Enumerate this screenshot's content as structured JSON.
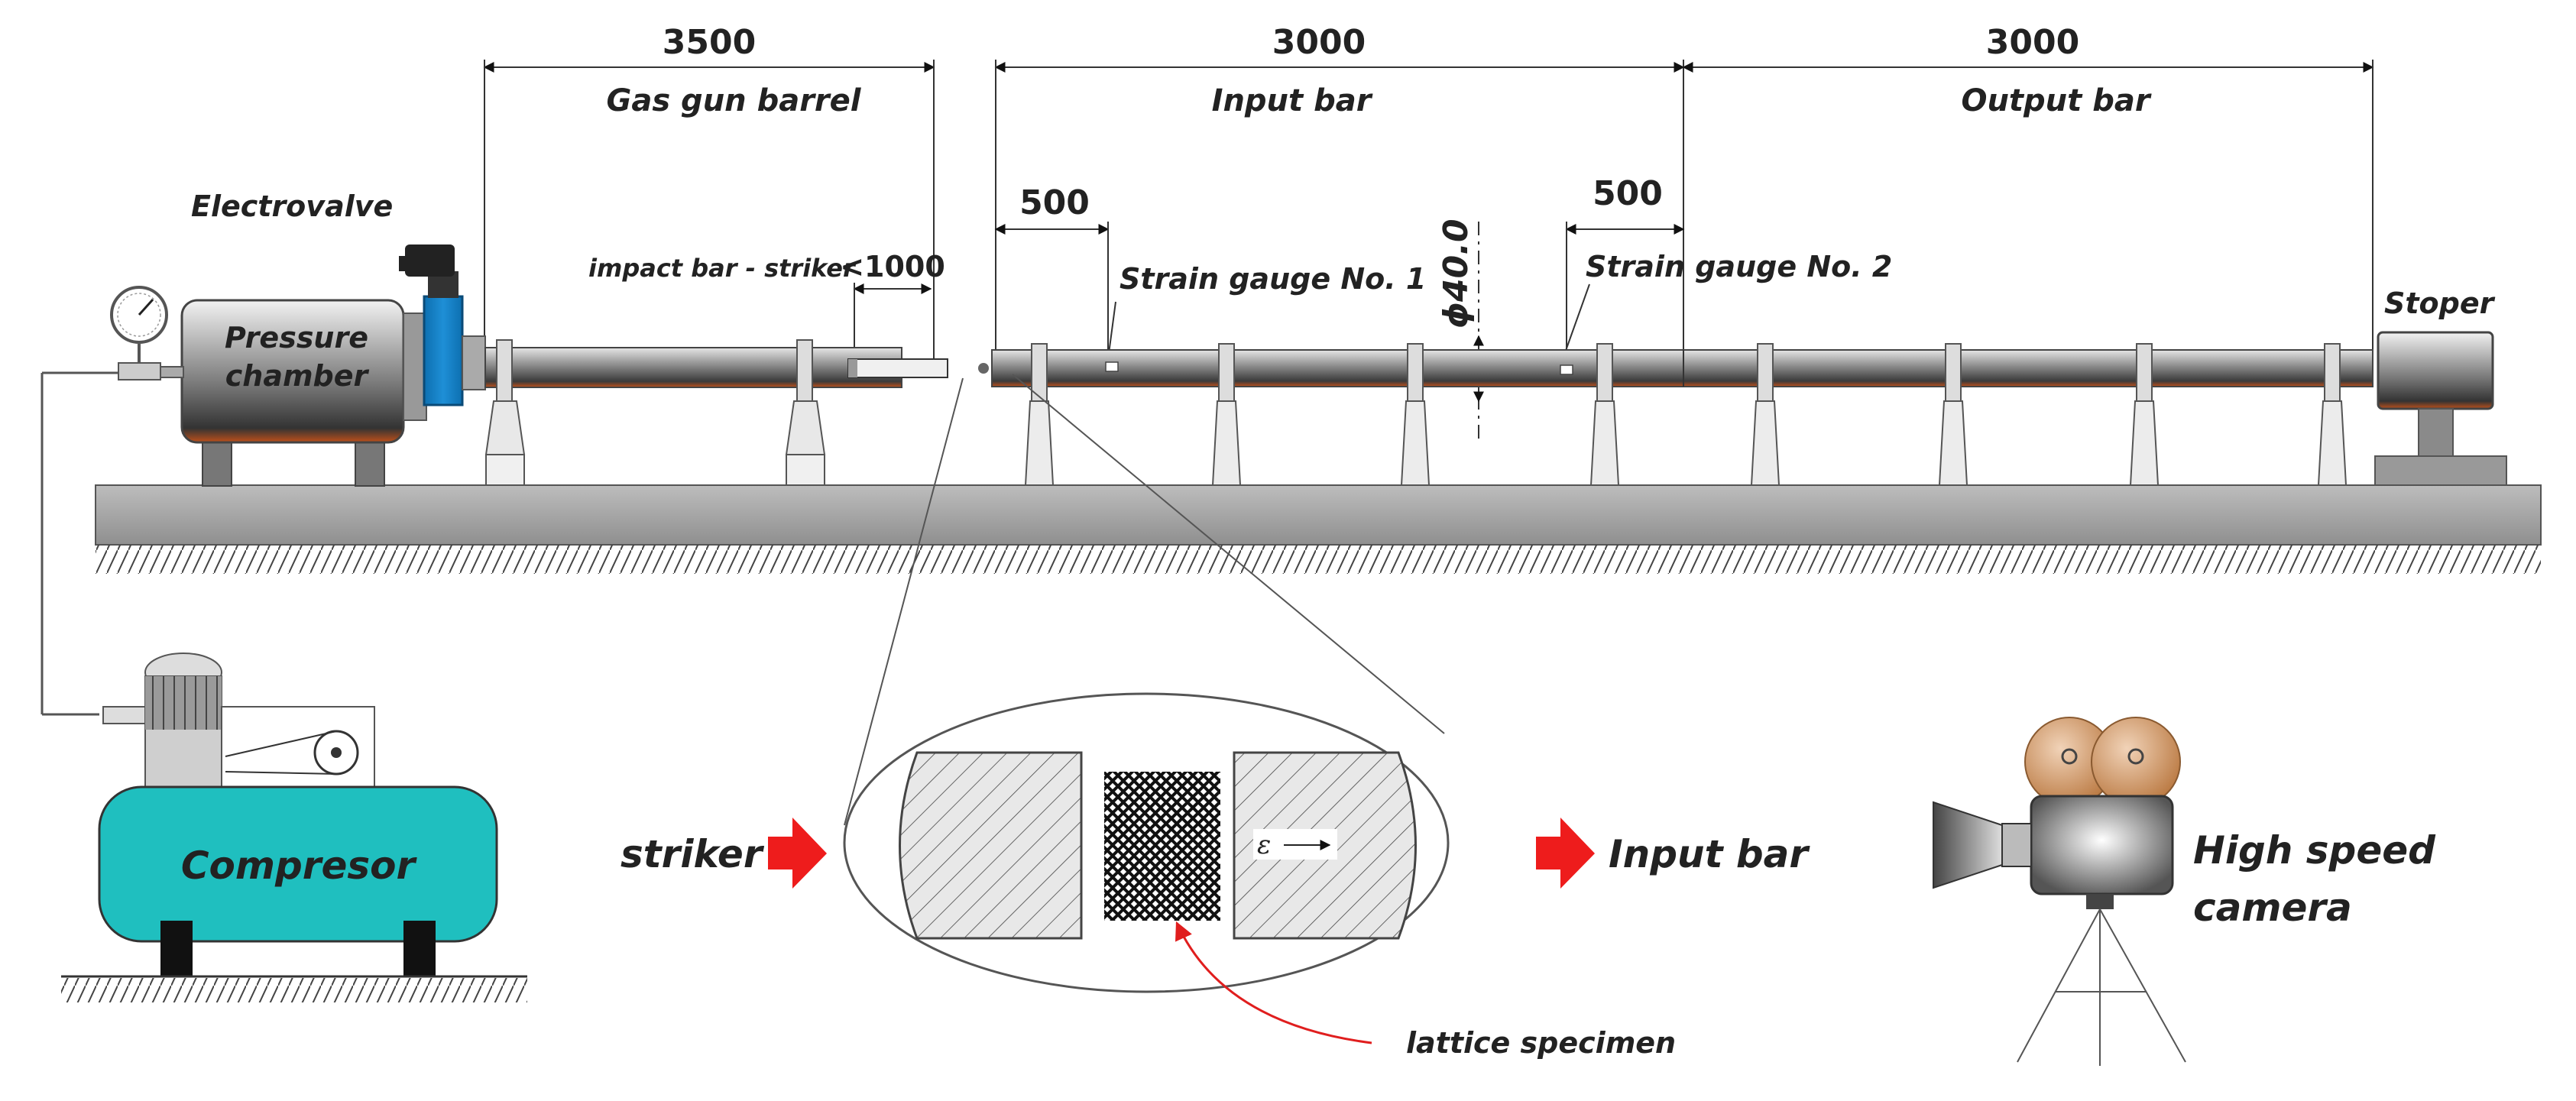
{
  "dimensions": {
    "gas_gun": "3500",
    "input": "3000",
    "output": "3000",
    "striker_len": "<1000",
    "gauge1_offset": "500",
    "gauge2_offset": "500",
    "diameter": "ϕ40.0"
  },
  "labels": {
    "gas_gun_barrel": "Gas gun barrel",
    "input_bar": "Input bar",
    "output_bar": "Output bar",
    "electrovalve": "Electrovalve",
    "impact_bar": "impact bar - striker",
    "pressure_line1": "Pressure",
    "pressure_line2": "chamber",
    "strain_gauge_1": "Strain gauge No. 1",
    "strain_gauge_2": "Strain gauge No. 2",
    "stoper": "Stoper",
    "compresor": "Compresor",
    "striker": "striker",
    "input_bar_detail": "Input bar",
    "lattice_specimen": "lattice specimen",
    "camera_line1": "High speed",
    "camera_line2": "camera",
    "epsilon": "ε"
  },
  "colors": {
    "valve_blue": "#1e8fd6",
    "compressor_teal": "#1fbfbf",
    "rust_orange": "#c0501a",
    "camera_brown": "#c98a5a",
    "arrow_red": "#ee1c1c",
    "lead_red": "#e01e1e"
  }
}
